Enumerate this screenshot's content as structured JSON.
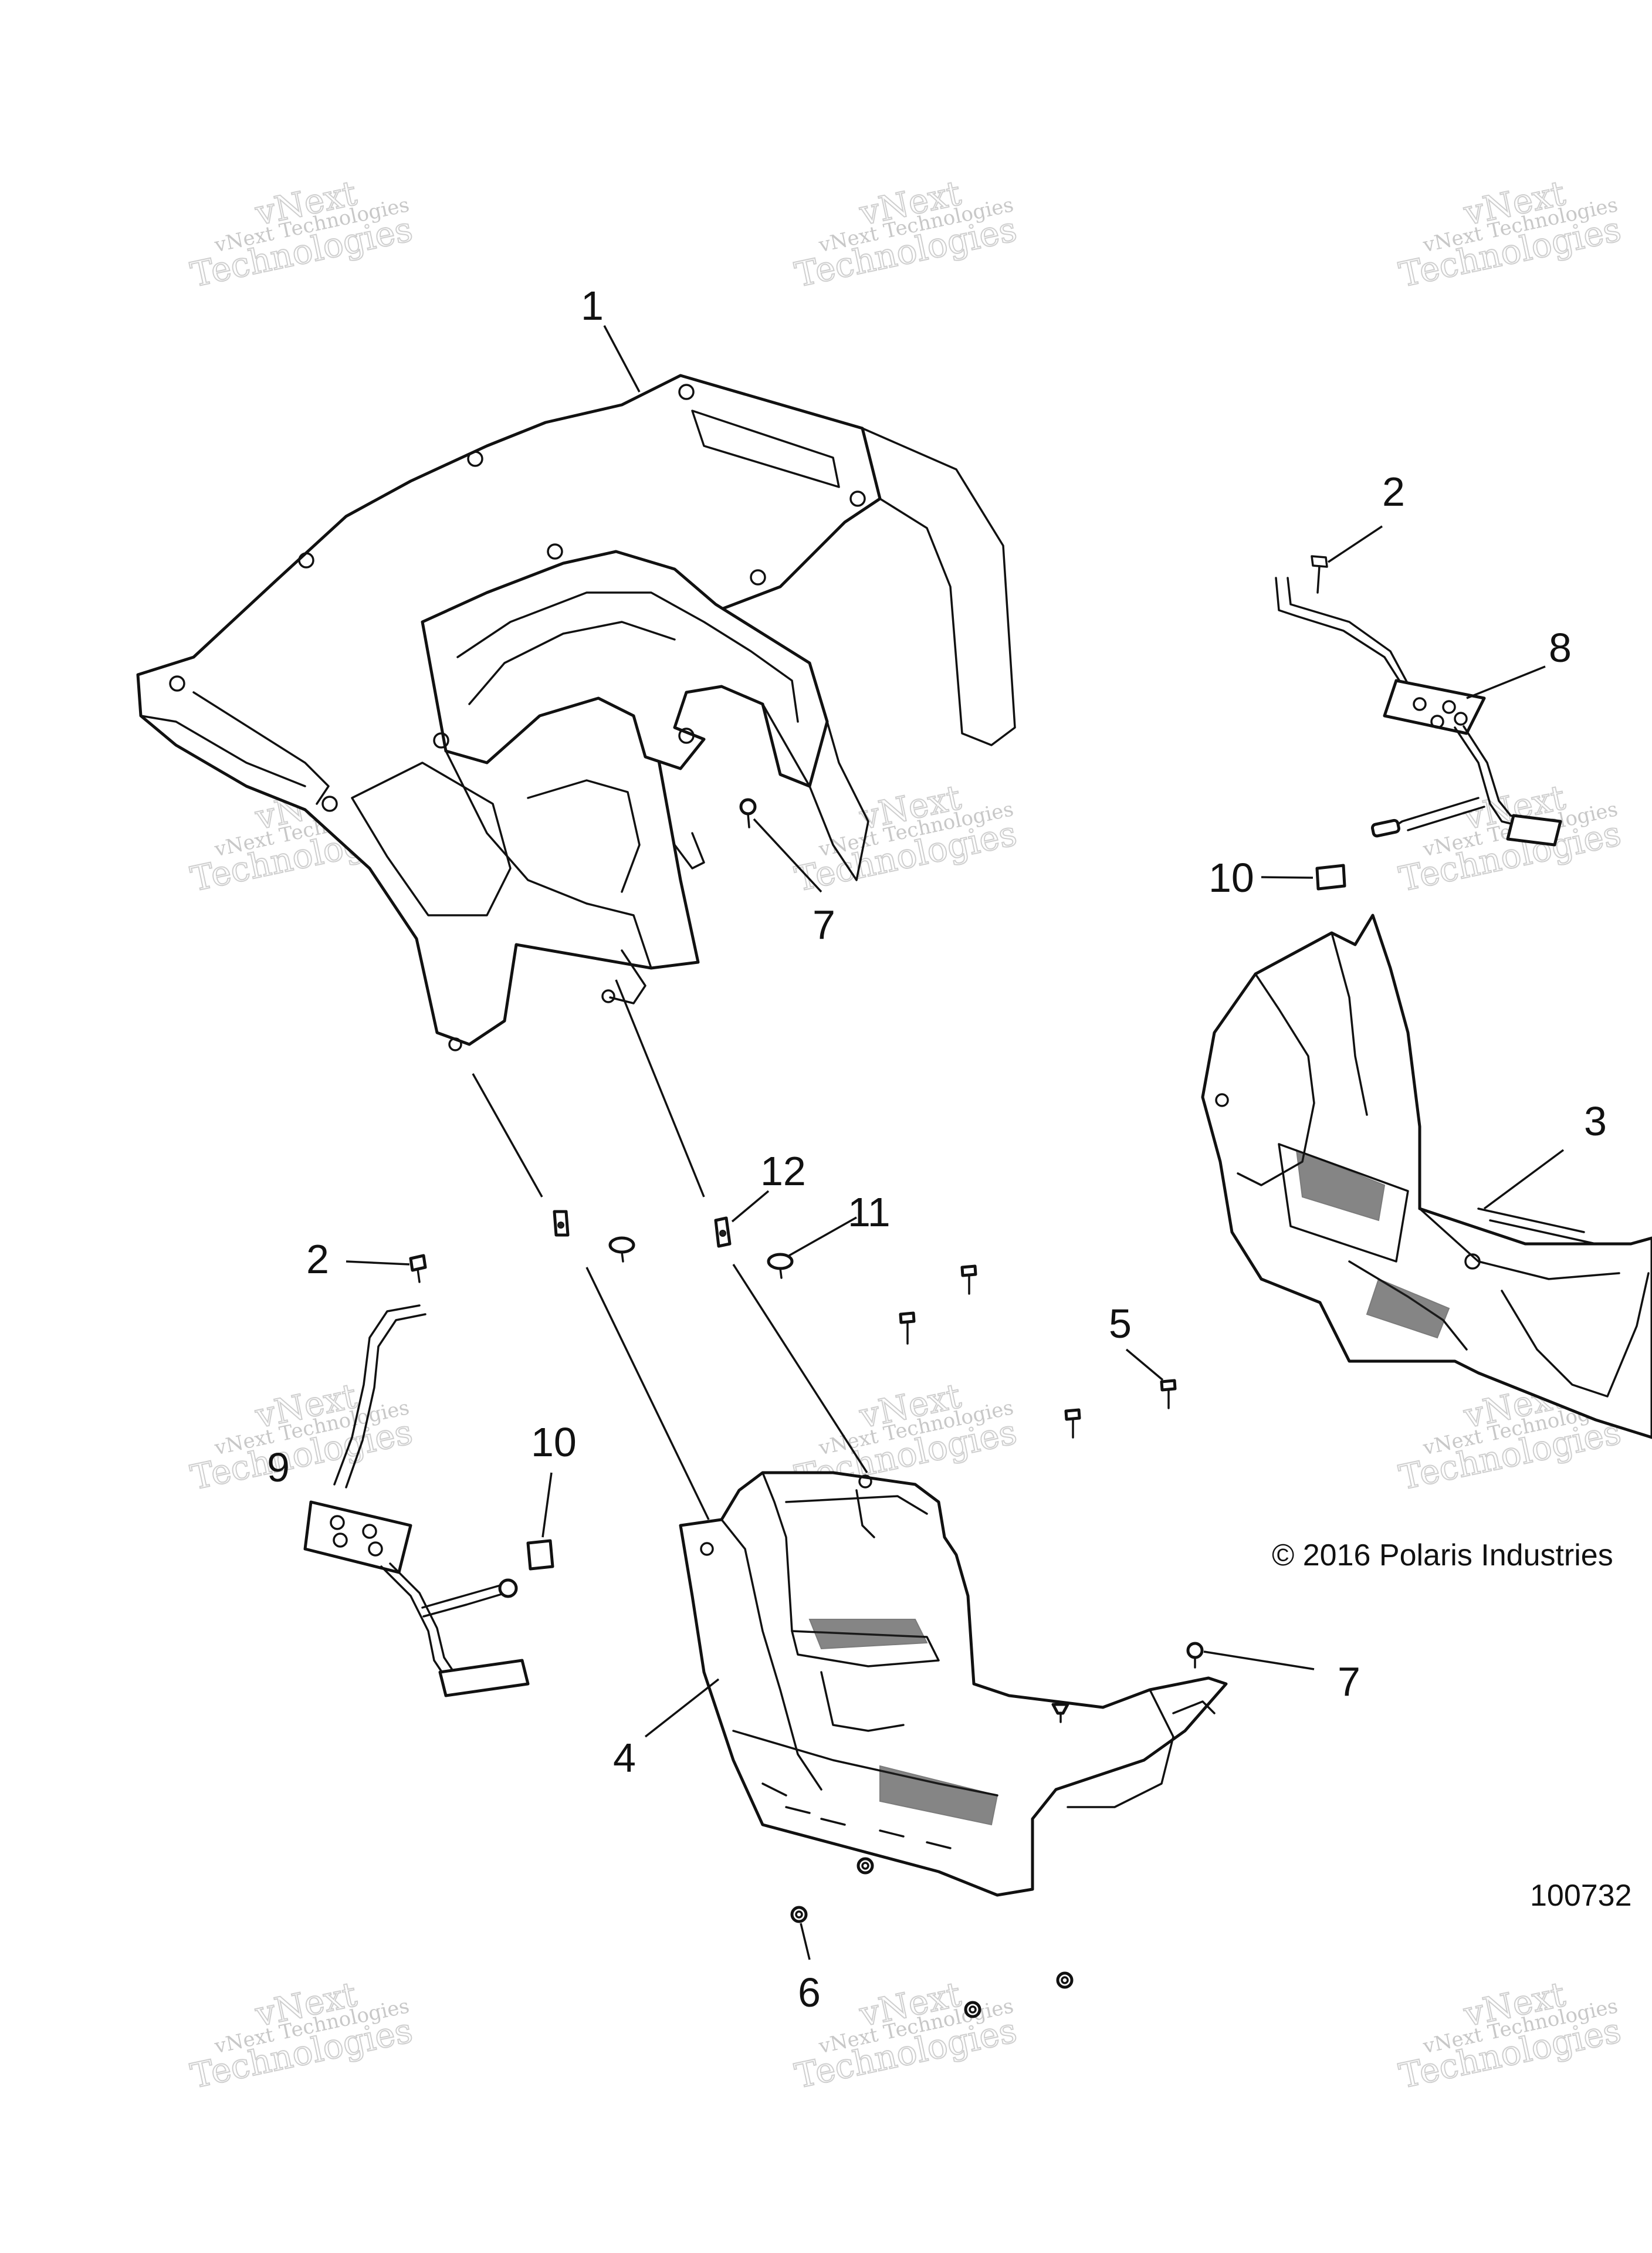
{
  "diagram": {
    "copyright": "© 2016 Polaris Industries",
    "drawing_number": "100732",
    "watermark": {
      "line1": "vNext Technologies",
      "line2": "vNext",
      "line3": "Technologies"
    },
    "callouts": [
      {
        "id": "c1",
        "label": "1"
      },
      {
        "id": "c2a",
        "label": "2"
      },
      {
        "id": "c8",
        "label": "8"
      },
      {
        "id": "c10a",
        "label": "10"
      },
      {
        "id": "c7a",
        "label": "7"
      },
      {
        "id": "c3",
        "label": "3"
      },
      {
        "id": "c12",
        "label": "12"
      },
      {
        "id": "c11",
        "label": "11"
      },
      {
        "id": "c2b",
        "label": "2"
      },
      {
        "id": "c5",
        "label": "5"
      },
      {
        "id": "c10b",
        "label": "10"
      },
      {
        "id": "c9",
        "label": "9"
      },
      {
        "id": "c7b",
        "label": "7"
      },
      {
        "id": "c4",
        "label": "4"
      },
      {
        "id": "c6",
        "label": "6"
      }
    ]
  }
}
